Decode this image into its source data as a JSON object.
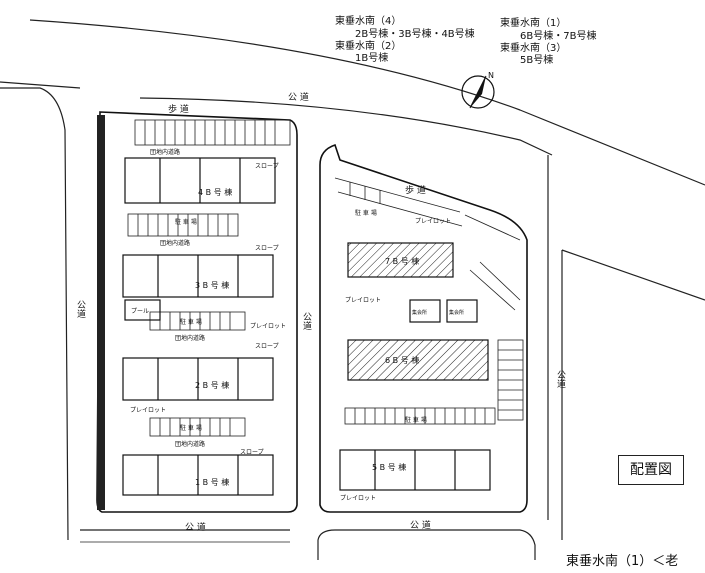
{
  "header": {
    "group_left": [
      {
        "name": "東垂水南（4）",
        "buildings": "2B号棟・3B号棟・4B号棟"
      },
      {
        "name": "東垂水南（2）",
        "buildings": "1B号棟"
      }
    ],
    "group_right": [
      {
        "name": "東垂水南（1）",
        "buildings": "6B号棟・7B号棟"
      },
      {
        "name": "東垂水南（3）",
        "buildings": "5B号棟"
      }
    ]
  },
  "compass": {
    "north": "N"
  },
  "roads": {
    "top": "公 道",
    "bottom": "公 道",
    "bottom_right": "公 道",
    "left": "公道",
    "middle": "公道",
    "right": "公道"
  },
  "sidewalks": {
    "top_left": "歩 道",
    "top_right": "歩 道"
  },
  "labels": {
    "bldg_4b": "4 B 号 棟",
    "bldg_3b": "3 B 号 棟",
    "bldg_2b": "2 B 号 棟",
    "bldg_1b": "1 B 号 棟",
    "bldg_7b": "7 B 号 棟",
    "bldg_6b": "6 B 号 棟",
    "bldg_5b": "5 B 号 棟",
    "site_road": "団地内道路",
    "slope": "スロープ",
    "parking": "駐 車 場",
    "play_lot": "プレイロット",
    "pool": "プール",
    "meeting": "集会所"
  },
  "legend_box": "配置図",
  "caption": "東垂水南（1）＜老"
}
